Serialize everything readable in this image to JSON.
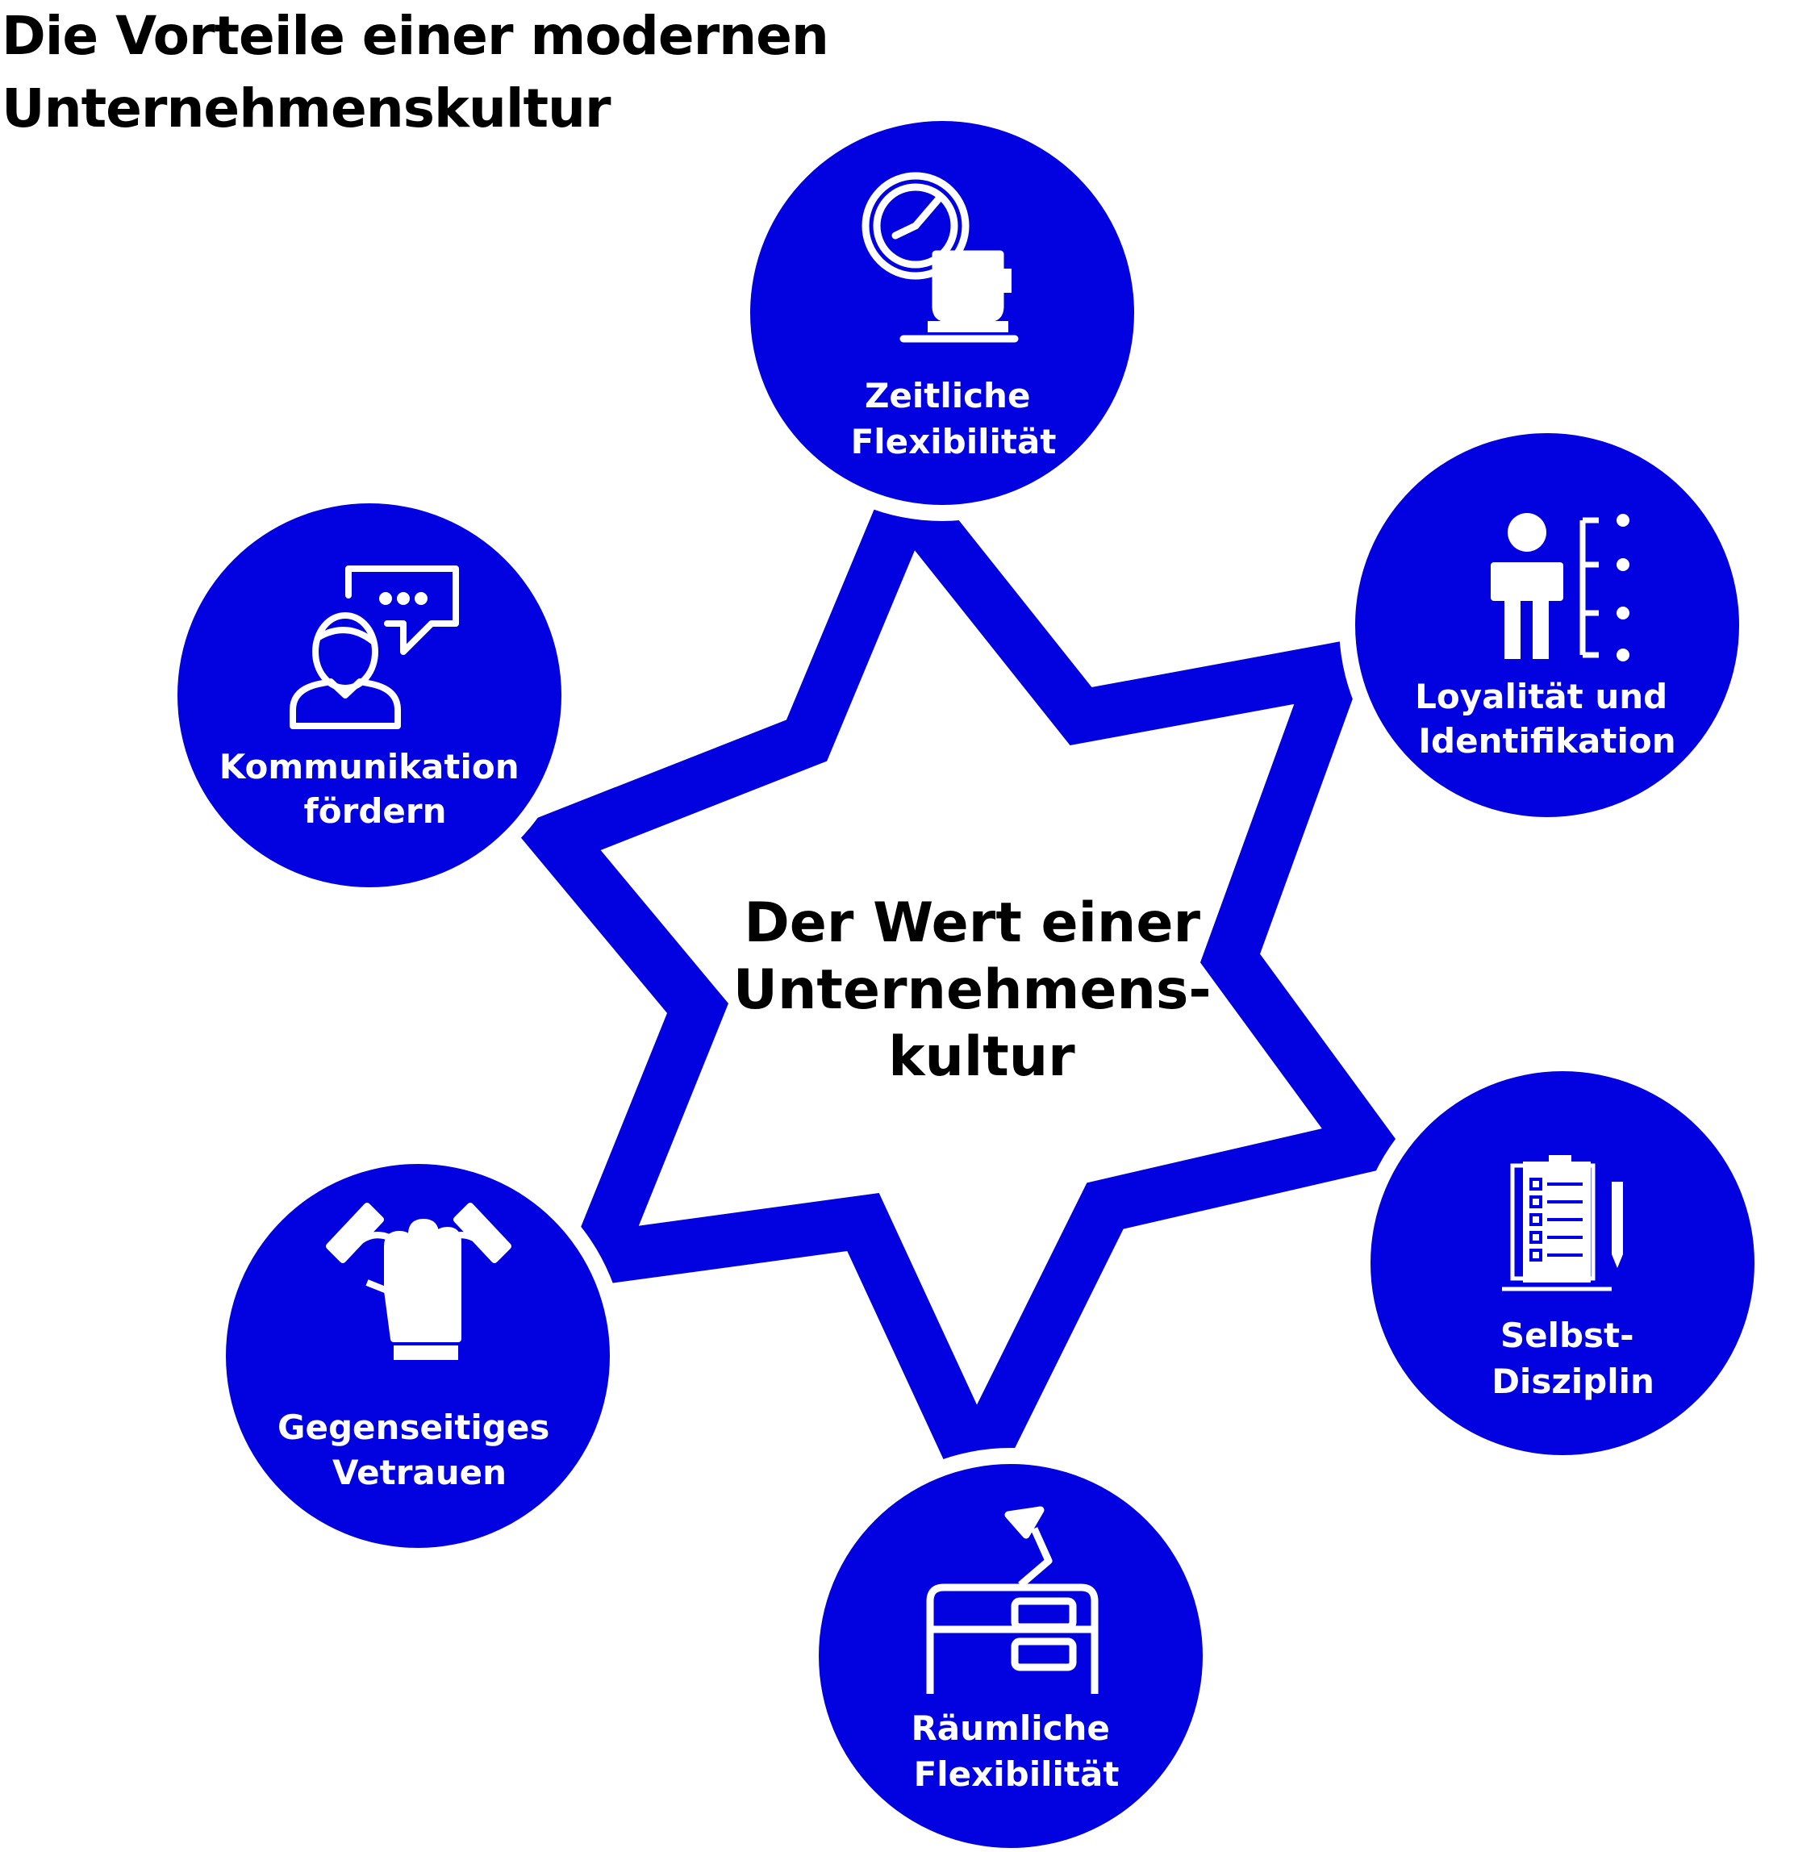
{
  "title": {
    "line1": "Die Vorteile einer modernen",
    "line2": "Unternehmenskultur"
  },
  "center": {
    "line1": "Der Wert einer",
    "line2": "Unternehmens-",
    "line3": "kultur"
  },
  "colors": {
    "accent": "#0202E0",
    "icon": "#FFFFFF",
    "text": "#000000",
    "background": "#FFFFFF"
  },
  "nodes": [
    {
      "id": "zeitliche-flexibilitaet",
      "icon": "clock-coffee-icon",
      "line1": "Zeitliche",
      "line2": "Flexibilität"
    },
    {
      "id": "loyalitaet-identifikation",
      "icon": "person-list-icon",
      "line1": "Loyalität und",
      "line2": "Identifikation"
    },
    {
      "id": "selbst-disziplin",
      "icon": "clipboard-checklist-icon",
      "line1": "Selbst-",
      "line2": "Disziplin"
    },
    {
      "id": "raeumliche-flexibilitaet",
      "icon": "desk-lamp-icon",
      "line1": "Räumliche",
      "line2": "Flexibilität"
    },
    {
      "id": "gegenseitiges-vertrauen",
      "icon": "stacked-hands-icon",
      "line1": "Gegenseitiges",
      "line2": "Vetrauen"
    },
    {
      "id": "kommunikation-foerdern",
      "icon": "person-speech-bubble-icon",
      "line1": "Kommunikation",
      "line2": "fördern"
    }
  ]
}
